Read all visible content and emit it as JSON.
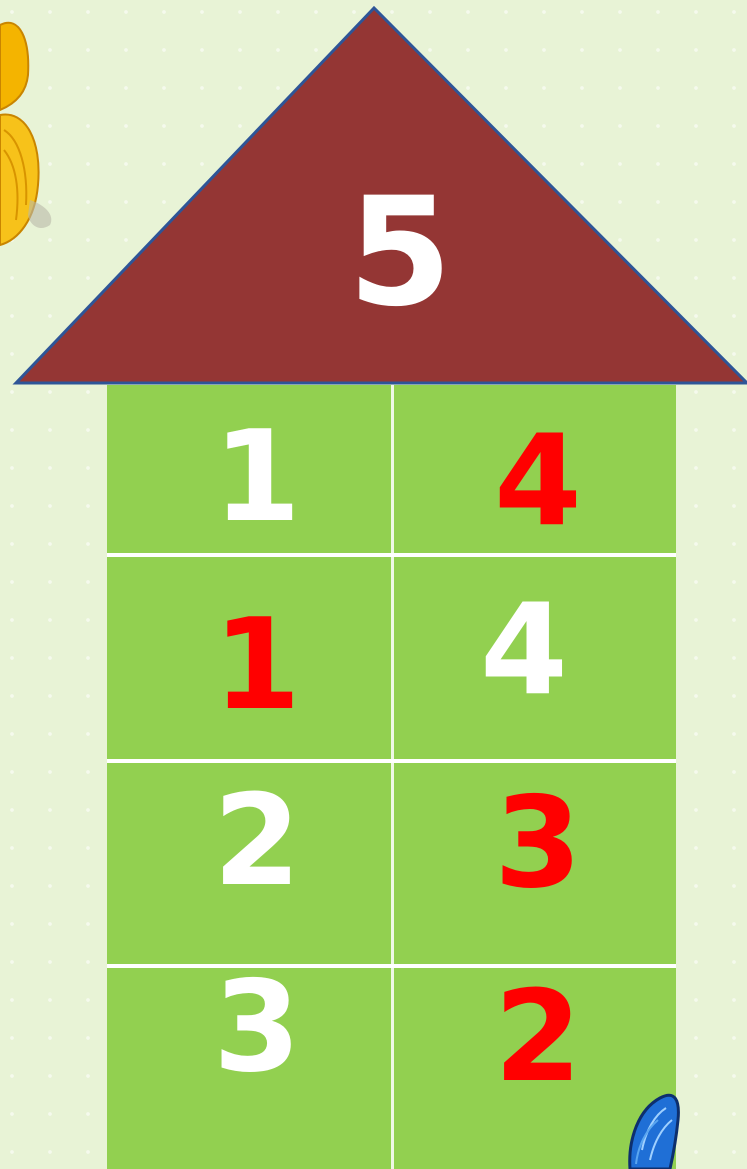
{
  "roof": {
    "number": "5",
    "number_color": "#ffffff",
    "fill_color": "#943634",
    "outline_color": "#2e5597"
  },
  "house_color": "#92d050",
  "rows": [
    {
      "left": {
        "value": "1",
        "color": "#ffffff"
      },
      "right": {
        "value": "4",
        "color": "#ff0000"
      }
    },
    {
      "left": {
        "value": "1",
        "color": "#ff0000"
      },
      "right": {
        "value": "4",
        "color": "#ffffff"
      }
    },
    {
      "left": {
        "value": "2",
        "color": "#ffffff"
      },
      "right": {
        "value": "3",
        "color": "#ff0000"
      }
    },
    {
      "left": {
        "value": "3",
        "color": "#ffffff"
      },
      "right": {
        "value": "2",
        "color": "#ff0000"
      }
    }
  ],
  "decorations": [
    "yellow-butterfly-icon",
    "blue-butterfly-icon"
  ]
}
